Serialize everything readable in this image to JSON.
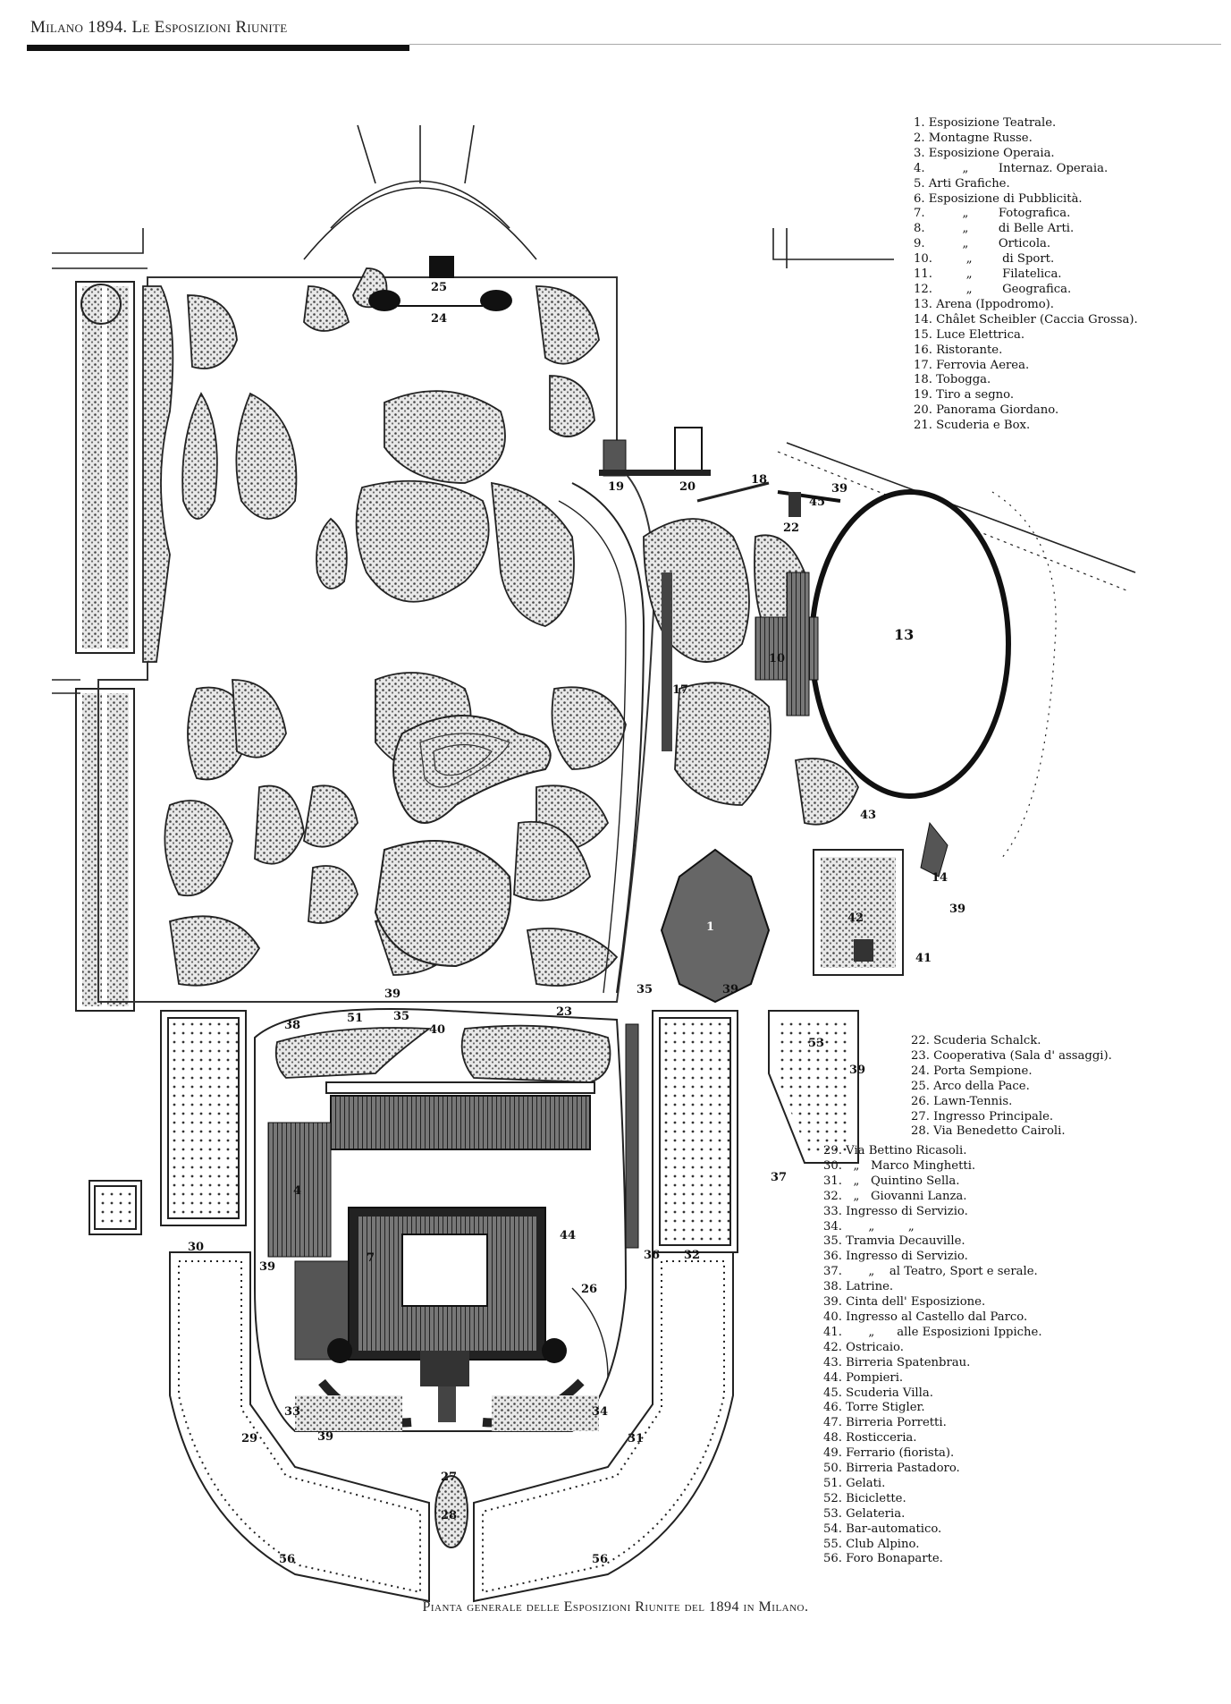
{
  "header": {
    "title": "Milano 1894. Le Esposizioni Riunite"
  },
  "caption": "Pianta generale delle Esposizioni Riunite del 1894 in Milano.",
  "legend_groups": [
    {
      "id": "legend-1",
      "items": [
        "1. Esposizione Teatrale.",
        "2. Montagne Russe.",
        "3. Esposizione Operaia.",
        "4.          „        Internaz. Operaia.",
        "5. Arti Grafiche.",
        "6. Esposizione di Pubblicità.",
        "7.          „        Fotografica.",
        "8.          „        di Belle Arti.",
        "9.          „        Orticola.",
        "10.         „        di Sport.",
        "11.         „        Filatelica.",
        "12.         „        Geografica.",
        "13. Arena (Ippodromo).",
        "14. Châlet Scheibler (Caccia Grossa).",
        "15. Luce Elettrica.",
        "16. Ristorante.",
        "17. Ferrovia Aerea.",
        "18. Tobogga.",
        "19. Tiro a segno.",
        "20. Panorama Giordano.",
        "21. Scuderia e Box."
      ]
    },
    {
      "id": "legend-2",
      "items": [
        "22. Scuderia Schalck.",
        "23. Cooperativa (Sala d' assaggi).",
        "24. Porta Sempione.",
        "25. Arco della Pace.",
        "26. Lawn-Tennis.",
        "27. Ingresso Principale.",
        "28. Via Benedetto Cairoli."
      ]
    },
    {
      "id": "legend-3",
      "items": [
        "29. Via Bettino Ricasoli.",
        "30.   „   Marco Minghetti.",
        "31.   „   Quintino Sella.",
        "32.   „   Giovanni Lanza.",
        "33. Ingresso di Servizio.",
        "34.       „         „",
        "35. Tramvia Decauville.",
        "36. Ingresso di Servizio.",
        "37.       „    al Teatro, Sport e serale.",
        "38. Latrine.",
        "39. Cinta dell' Esposizione.",
        "40. Ingresso al Castello dal Parco.",
        "41.       „      alle Esposizioni Ippiche.",
        "42. Ostricaio.",
        "43. Birreria Spatenbrau.",
        "44. Pompieri.",
        "45. Scuderia Villa.",
        "46. Torre Stigler.",
        "47. Birreria Porretti.",
        "48. Rosticceria.",
        "49. Ferrario (fiorista).",
        "50. Birreria Pastadoro.",
        "51. Gelati.",
        "52. Biciclette.",
        "53. Gelateria.",
        "54. Bar-automatico.",
        "55. Club Alpino.",
        "56. Foro Bonaparte."
      ]
    }
  ],
  "map_labels": {
    "n1": "1",
    "n4": "4",
    "n7": "7",
    "n10": "10",
    "n13": "13",
    "n14": "14",
    "n17": "17",
    "n18": "18",
    "n19": "19",
    "n20": "20",
    "n22": "22",
    "n23": "23",
    "n24": "24",
    "n25": "25",
    "n26": "26",
    "n27": "27",
    "n28": "28",
    "n29": "29",
    "n30": "30",
    "n31": "31",
    "n32": "32",
    "n33": "33",
    "n34": "34",
    "n35": "35",
    "n36": "36",
    "n37": "37",
    "n38": "38",
    "n39": "39",
    "n40": "40",
    "n41": "41",
    "n42": "42",
    "n43": "43",
    "n44": "44",
    "n45": "45",
    "n51": "51",
    "n53": "53",
    "n56": "56"
  }
}
